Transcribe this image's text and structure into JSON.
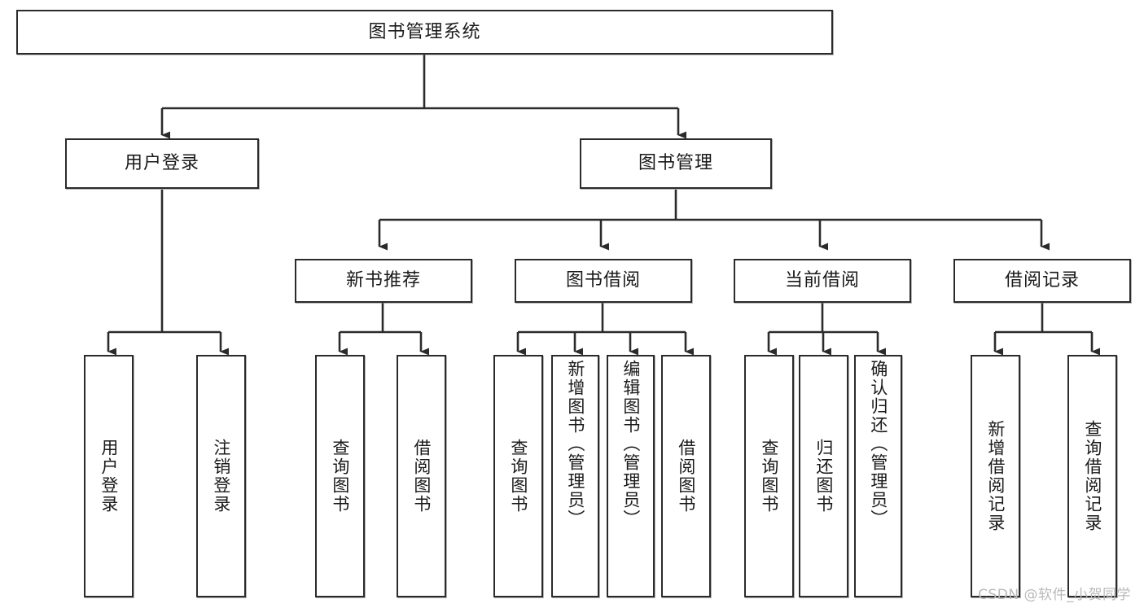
{
  "diagram": {
    "type": "tree-hierarchy",
    "title": "图书管理系统",
    "watermark": "CSDN @软件_小贺同学",
    "colors": {
      "stroke": "#2b2b2b",
      "fill": "#ffffff",
      "text": "#1a1a1a",
      "watermark": "#b9b9b9"
    },
    "levels": {
      "root": {
        "label": "图书管理系统"
      },
      "level2": [
        {
          "id": "user-login",
          "label": "用户登录"
        },
        {
          "id": "book-manage",
          "label": "图书管理"
        }
      ],
      "level3": [
        {
          "id": "new-book-recommend",
          "label": "新书推荐",
          "parent": "book-manage"
        },
        {
          "id": "book-borrow",
          "label": "图书借阅",
          "parent": "book-manage"
        },
        {
          "id": "current-borrow",
          "label": "当前借阅",
          "parent": "book-manage"
        },
        {
          "id": "borrow-record",
          "label": "借阅记录",
          "parent": "book-manage"
        }
      ],
      "leaves": [
        {
          "id": "leaf-user-login",
          "label": "用户登录",
          "parent": "user-login"
        },
        {
          "id": "leaf-logout-login",
          "label": "注销登录",
          "parent": "user-login"
        },
        {
          "id": "leaf-query-book-1",
          "label": "查询图书",
          "parent": "new-book-recommend"
        },
        {
          "id": "leaf-borrow-book-1",
          "label": "借阅图书",
          "parent": "new-book-recommend"
        },
        {
          "id": "leaf-query-book-2",
          "label": "查询图书",
          "parent": "book-borrow"
        },
        {
          "id": "leaf-add-book",
          "label": "新增图书（管理员）",
          "parent": "book-borrow"
        },
        {
          "id": "leaf-edit-book",
          "label": "编辑图书（管理员）",
          "parent": "book-borrow"
        },
        {
          "id": "leaf-borrow-book-2",
          "label": "借阅图书",
          "parent": "book-borrow"
        },
        {
          "id": "leaf-query-book-3",
          "label": "查询图书",
          "parent": "current-borrow"
        },
        {
          "id": "leaf-return-book",
          "label": "归还图书",
          "parent": "current-borrow"
        },
        {
          "id": "leaf-confirm-return",
          "label": "确认归还（管理员）",
          "parent": "current-borrow"
        },
        {
          "id": "leaf-add-record",
          "label": "新增借阅记录",
          "parent": "borrow-record"
        },
        {
          "id": "leaf-query-record",
          "label": "查询借阅记录",
          "parent": "borrow-record"
        }
      ]
    }
  }
}
